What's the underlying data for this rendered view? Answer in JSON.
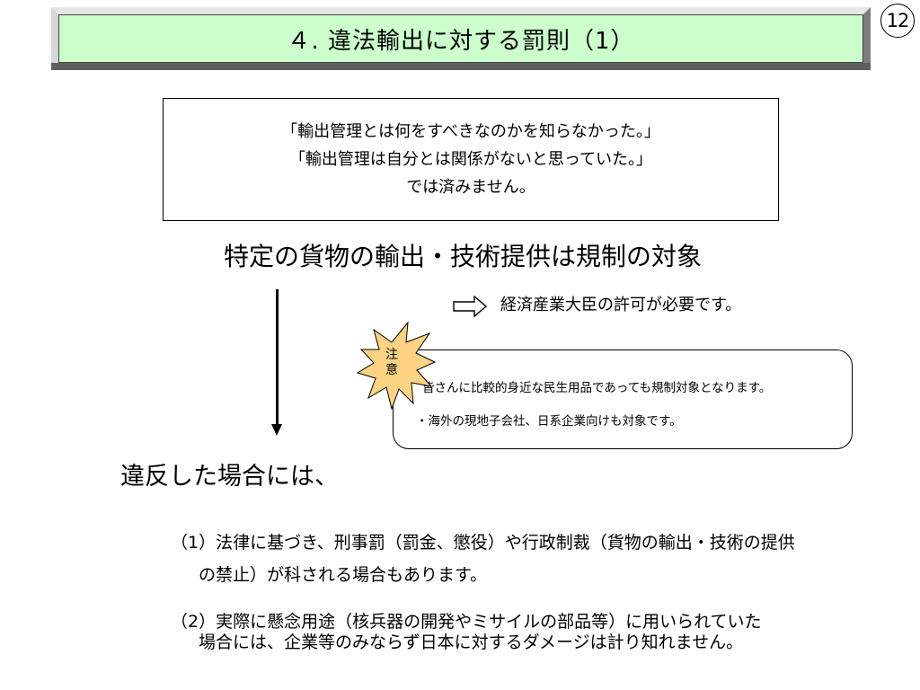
{
  "slide": {
    "title": "４. 違法輸出に対する罰則（1）",
    "page_number": "12"
  },
  "quote_box": {
    "lines": [
      "「輸出管理とは何をすべきなのかを知らなかった。」",
      "「輸出管理は自分とは関係がないと思っていた。」",
      "では済みません。"
    ]
  },
  "main_statement": "特定の貨物の輸出・技術提供は規制の対象",
  "permit_note": "経済産業大臣の許可が必要です。",
  "caution": {
    "badge_text": "注\n意",
    "badge_color": "#fcd283",
    "lines": [
      "皆さんに比較的身近な民生用品であっても規制対象となります。",
      "・海外の現地子会社、日系企業向けも対象です。"
    ]
  },
  "violation_heading": "違反した場合には、",
  "penalties": [
    {
      "line_1": "（1）法律に基づき、刑事罰（罰金、懲役）や行政制裁（貨物の輸出・技術の提供",
      "line_2": "の禁止）が科される場合もあります。"
    },
    {
      "line_1": "（2）実際に懸念用途（核兵器の開発やミサイルの部品等）に用いられていた",
      "line_2": "場合には、企業等のみならず日本に対するダメージは計り知れません。"
    }
  ],
  "colors": {
    "title_fill": "#ccffcc",
    "caution_fill": "#fcd283"
  },
  "icons": [
    "right-arrow-icon",
    "down-arrow-icon",
    "caution-burst-icon"
  ]
}
